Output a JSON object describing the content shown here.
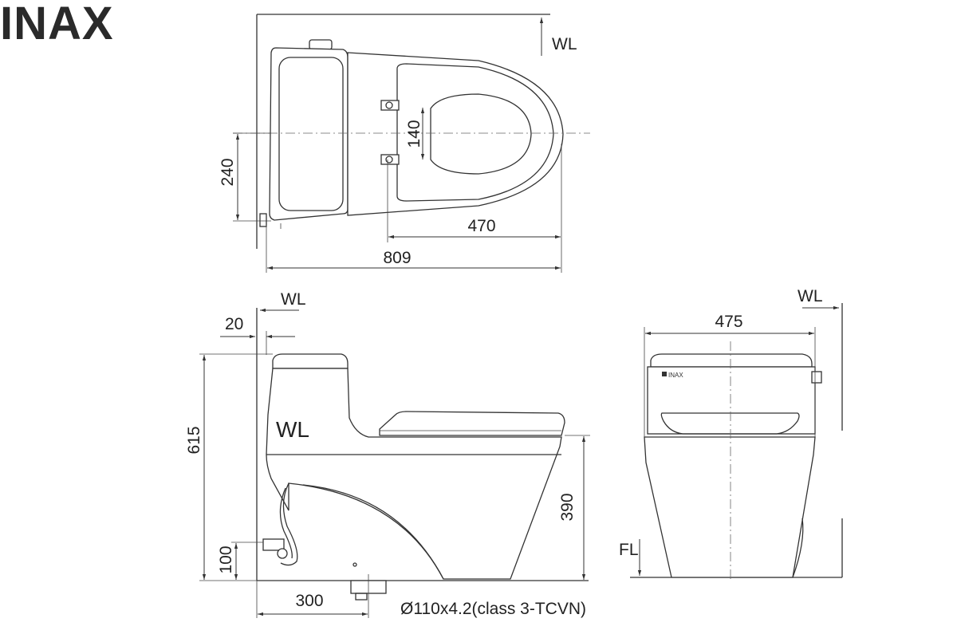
{
  "brand": {
    "name": "INAX"
  },
  "top_view": {
    "wl": "WL",
    "dims": {
      "width_240": "240",
      "hinge_140": "140",
      "front_470": "470",
      "length_809": "809"
    }
  },
  "side_view": {
    "wl_top": "WL",
    "wl_tank": "WL",
    "dims": {
      "gap_20": "20",
      "height_615": "615",
      "seat_390": "390",
      "inlet_100": "100",
      "rough_300": "300"
    },
    "outlet_spec": "Ø110x4.2(class 3-TCVN)"
  },
  "front_view": {
    "wl": "WL",
    "fl": "FL",
    "logo": "INAX",
    "dims": {
      "width_475": "475"
    }
  }
}
